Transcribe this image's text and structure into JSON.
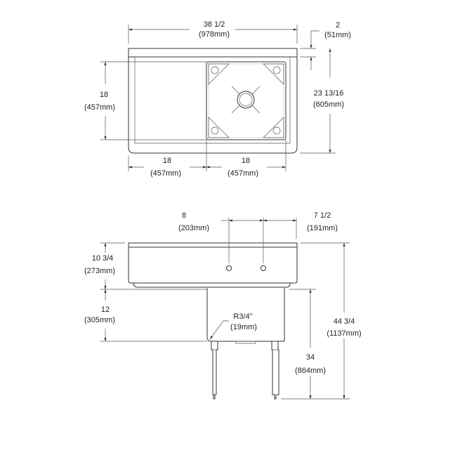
{
  "top_view": {
    "overall_width": {
      "value": "38 1/2",
      "metric": "(978mm)"
    },
    "backsplash": {
      "value": "2",
      "metric": "(51mm)"
    },
    "overall_depth": {
      "value": "23 13/16",
      "metric": "(605mm)"
    },
    "bowl_depth": {
      "value": "18",
      "metric": "(457mm)"
    },
    "drainboard_width": {
      "value": "18",
      "metric": "(457mm)"
    },
    "bowl_width": {
      "value": "18",
      "metric": "(457mm)"
    }
  },
  "front_view": {
    "faucet_spacing": {
      "value": "8",
      "metric": "(203mm)"
    },
    "faucet_offset": {
      "value": "7 1/2",
      "metric": "(191mm)"
    },
    "backsplash_height": {
      "value": "10 3/4",
      "metric": "(273mm)"
    },
    "bowl_height": {
      "value": "12",
      "metric": "(305mm)"
    },
    "corner_radius": {
      "value": "R3/4\"",
      "metric": "(19mm)"
    },
    "work_height": {
      "value": "34",
      "metric": "(864mm)"
    },
    "overall_height": {
      "value": "44 3/4",
      "metric": "(1137mm)"
    }
  }
}
